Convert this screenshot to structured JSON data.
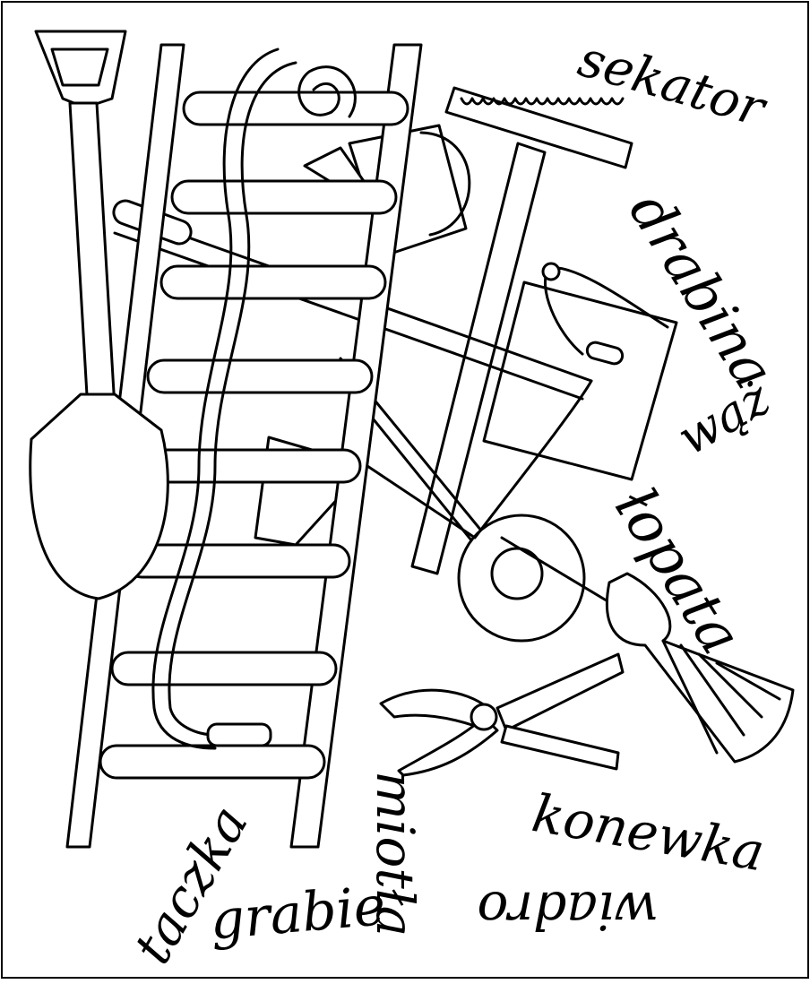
{
  "labels": {
    "sekator": "sekator",
    "drabina": "drabina",
    "waz": "wąż",
    "lopata": "łopata",
    "konewka": "konewka",
    "wiadro": "wiadro",
    "miotla": "miotła",
    "grabie": "grabie",
    "taczka": "taczka"
  },
  "colors": {
    "ink": "#000000",
    "paper": "#ffffff"
  }
}
